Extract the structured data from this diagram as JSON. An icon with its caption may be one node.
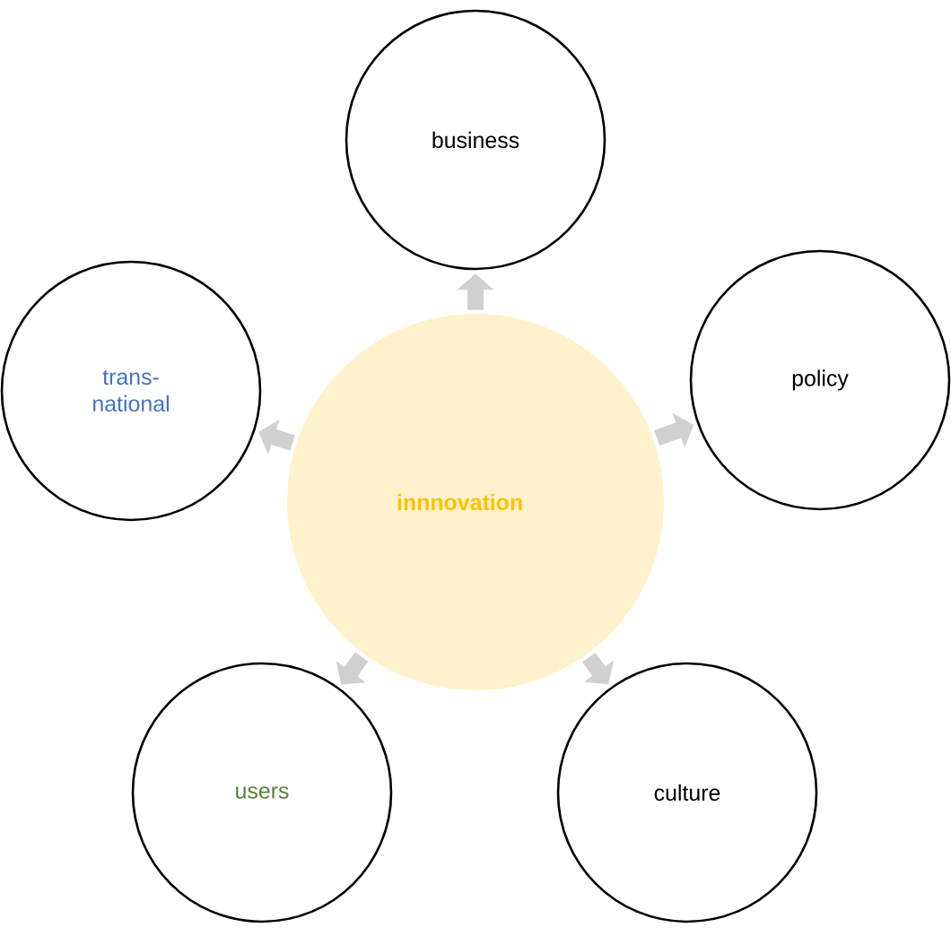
{
  "diagram": {
    "nodes": [
      {
        "text": [
          "innnovation"
        ]
      },
      {
        "text": [
          "business"
        ]
      },
      {
        "text": [
          "policy"
        ]
      },
      {
        "text": [
          "culture"
        ]
      },
      {
        "text": [
          "users"
        ]
      },
      {
        "text": [
          "trans- national"
        ]
      }
    ],
    "edges": [
      {
        "from": 0,
        "to": 1,
        "arrow": "to"
      },
      {
        "from": 0,
        "to": 2,
        "arrow": "to"
      },
      {
        "from": 0,
        "to": 3,
        "arrow": "to"
      },
      {
        "from": 0,
        "to": 4,
        "arrow": "to"
      },
      {
        "from": 0,
        "to": 5,
        "arrow": "to"
      }
    ]
  }
}
